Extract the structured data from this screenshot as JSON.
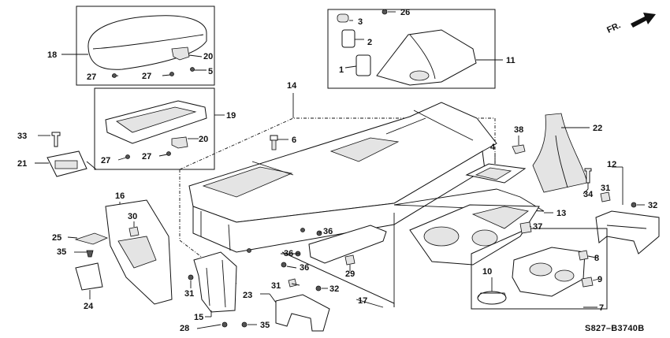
{
  "diagram": {
    "drawing_code": "S827–B3740B",
    "direction_label": "FR.",
    "callouts": {
      "c1": "1",
      "c2": "2",
      "c3": "3",
      "c4": "4",
      "c5": "5",
      "c6": "6",
      "c7": "7",
      "c8": "8",
      "c9": "9",
      "c10": "10",
      "c11": "11",
      "c12": "12",
      "c13": "13",
      "c14": "14",
      "c15": "15",
      "c16": "16",
      "c17": "17",
      "c18": "18",
      "c19": "19",
      "c20a": "20",
      "c20b": "20",
      "c21": "21",
      "c22": "22",
      "c23": "23",
      "c24": "24",
      "c25": "25",
      "c26": "26",
      "c27a": "27",
      "c27b": "27",
      "c27c": "27",
      "c27d": "27",
      "c28": "28",
      "c29": "29",
      "c30": "30",
      "c31a": "31",
      "c31b": "31",
      "c31c": "31",
      "c32a": "32",
      "c32b": "32",
      "c33": "33",
      "c34": "34",
      "c35a": "35",
      "c35b": "35",
      "c36a": "36",
      "c36b": "36",
      "c36c": "36",
      "c37": "37",
      "c38": "38"
    }
  }
}
